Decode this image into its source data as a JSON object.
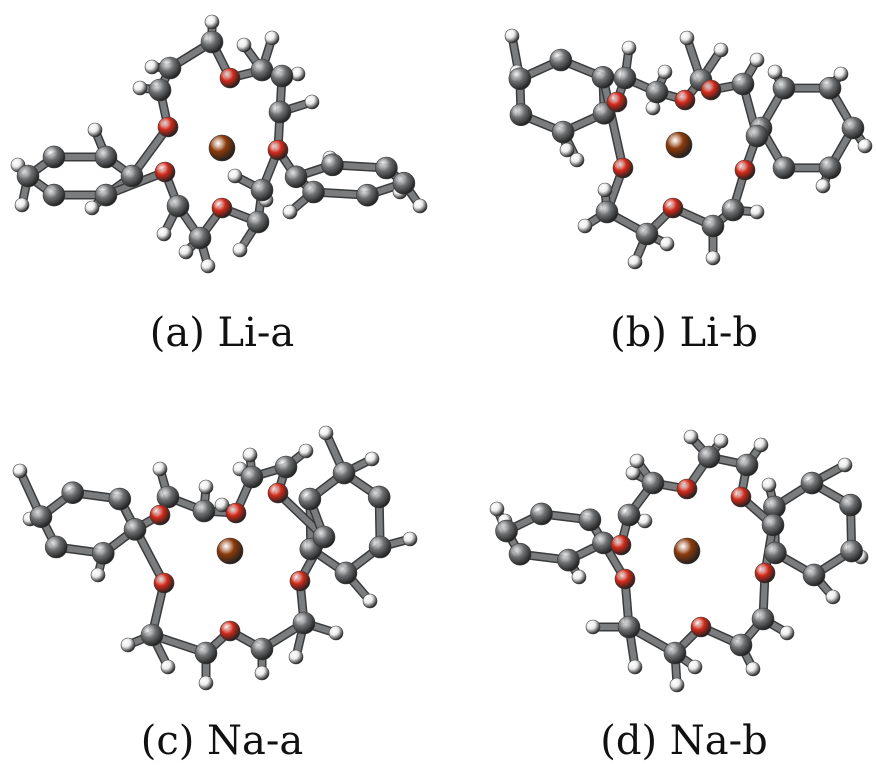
{
  "figure": {
    "panels": [
      {
        "id": "a",
        "label": "(a) Li-a"
      },
      {
        "id": "b",
        "label": "(b) Li-b"
      },
      {
        "id": "c",
        "label": "(c) Na-a"
      },
      {
        "id": "d",
        "label": "(d) Na-b"
      }
    ],
    "colors": {
      "carbon": "#6f7173",
      "oxygen": "#d42a1a",
      "hydrogen": "#ececec",
      "cation": "#8e3a0a",
      "bond": "#7a7c7e"
    }
  }
}
